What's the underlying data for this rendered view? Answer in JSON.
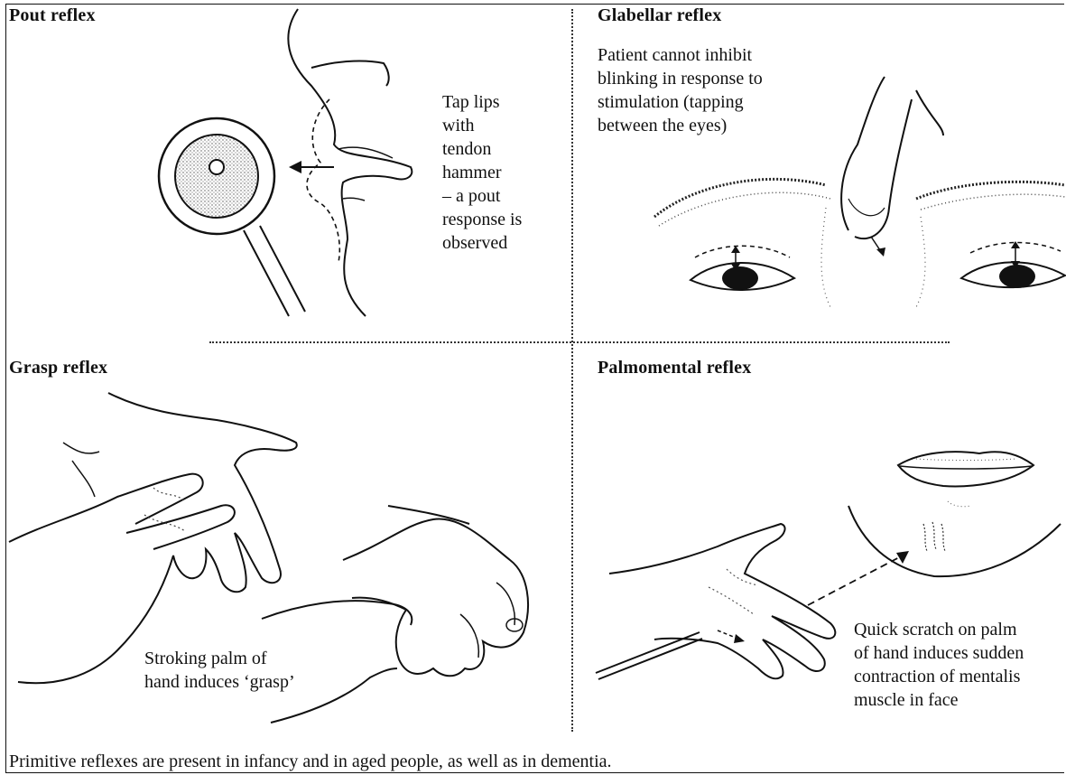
{
  "panels": {
    "pout": {
      "title": "Pout reflex",
      "caption": "Tap lips\nwith\ntendon\nhammer\n– a pout\nresponse is\nobserved"
    },
    "glabellar": {
      "title": "Glabellar reflex",
      "caption": "Patient cannot inhibit\nblinking in response to\nstimulation (tapping\nbetween the eyes)"
    },
    "grasp": {
      "title": "Grasp reflex",
      "caption": "Stroking palm of\nhand induces ‘grasp’"
    },
    "palmomental": {
      "title": "Palmomental reflex",
      "caption": "Quick scratch on palm\nof hand induces sudden\ncontraction of mentalis\nmuscle in face"
    }
  },
  "footer": "Primitive reflexes are present in infancy and in aged people, as well as in dementia."
}
